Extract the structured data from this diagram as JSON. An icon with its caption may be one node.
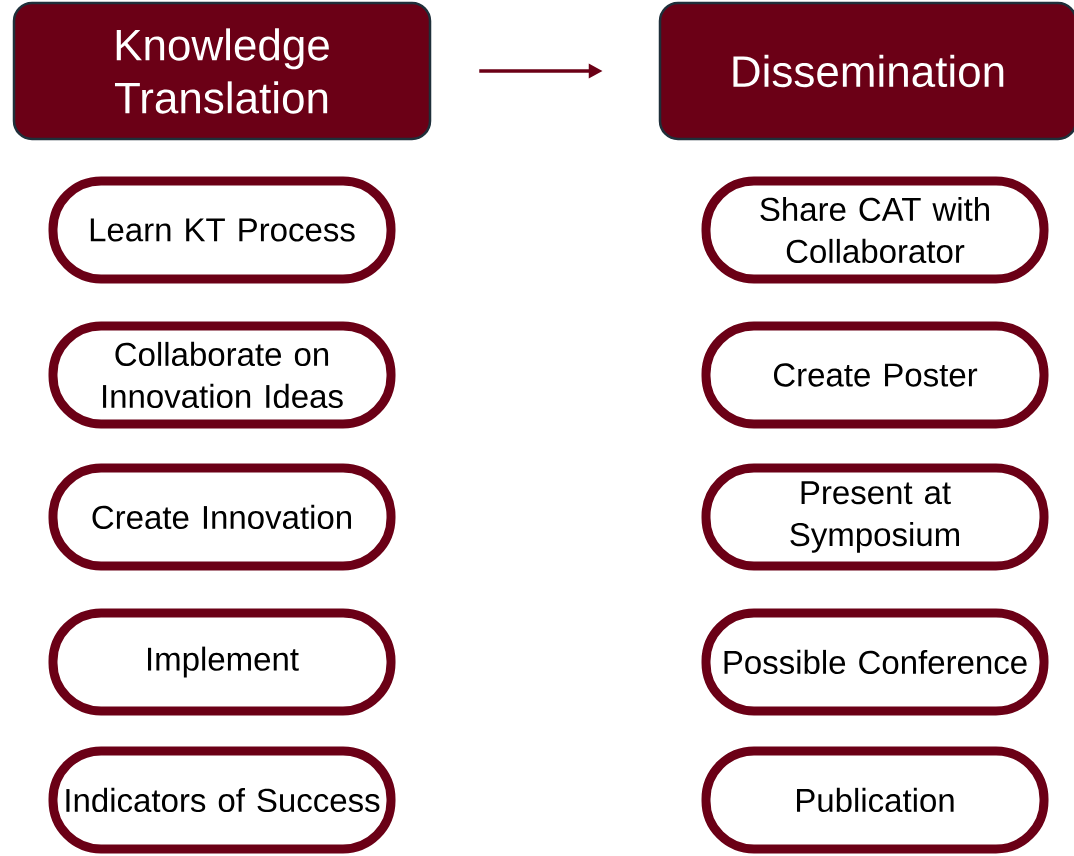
{
  "diagram": {
    "nodes": [
      {
        "text": [
          "Knowledge Translation"
        ]
      },
      {
        "text": [
          "Learn KT Process"
        ]
      },
      {
        "text": [
          "Collaborate on Innovation Ideas"
        ]
      },
      {
        "text": [
          "Create Innovation"
        ]
      },
      {
        "text": [
          "Implement"
        ]
      },
      {
        "text": [
          "Indicators of Success"
        ]
      },
      {
        "text": [
          "Dissemination"
        ]
      },
      {
        "text": [
          "Share CAT with Collaborator"
        ]
      },
      {
        "text": [
          "Create Poster"
        ]
      },
      {
        "text": [
          "Present at Symposium"
        ]
      },
      {
        "text": [
          "Possible Conference"
        ]
      },
      {
        "text": [
          "Publication"
        ]
      }
    ],
    "edges": [
      {
        "from": 0,
        "to": 6,
        "arrow": "to"
      }
    ]
  }
}
